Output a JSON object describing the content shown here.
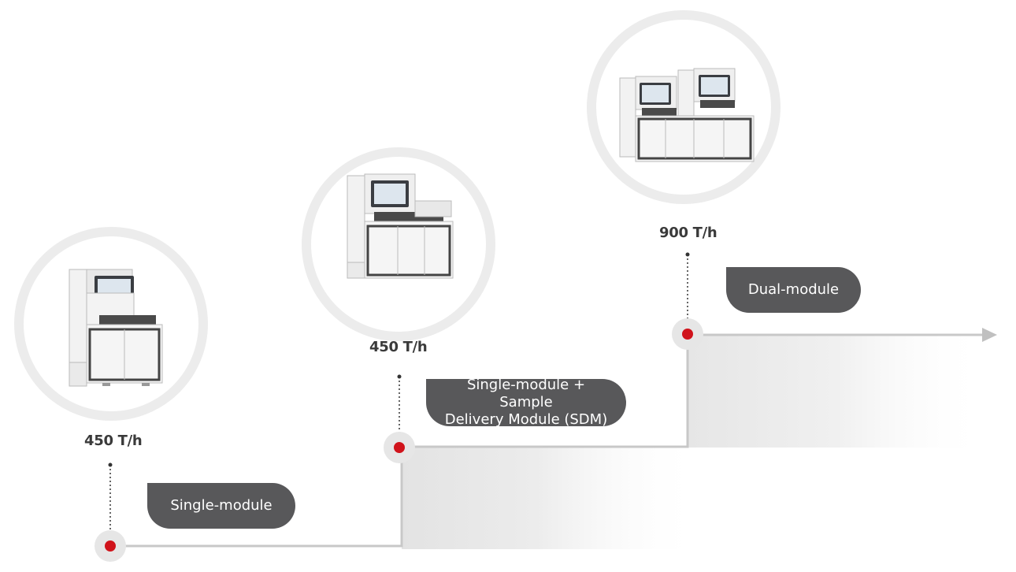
{
  "stages": [
    {
      "rate": "450 T/h",
      "label": "Single-module",
      "product": "analyzer-single-icon"
    },
    {
      "rate": "450 T/h",
      "label": "Single-module + Sample\nDelivery Module (SDM)",
      "product": "analyzer-sdm-icon"
    },
    {
      "rate": "900 T/h",
      "label": "Dual-module",
      "product": "analyzer-dual-icon"
    }
  ],
  "colors": {
    "marker": "#d0131b",
    "pill": "#58585a",
    "line": "#c8c8c8",
    "ring": "#ececec"
  }
}
